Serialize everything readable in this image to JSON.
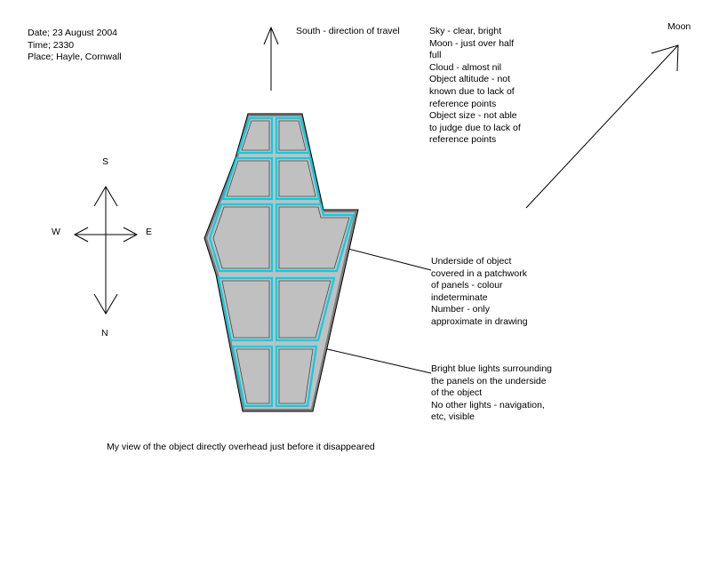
{
  "header": {
    "date": "Date; 23 August 2004",
    "time": "Time; 2330",
    "place": "Place; Hayle, Cornwall"
  },
  "direction_label": "South - direction of travel",
  "moon_label": "Moon",
  "conditions": [
    "Sky - clear, bright",
    "Moon - just over half",
    "full",
    "Cloud - almost nil",
    "Object altitude - not",
    "known due to lack of",
    "reference points",
    "Object size - not able",
    "to judge due to lack of",
    "reference points"
  ],
  "compass": {
    "north": "N",
    "south": "S",
    "east": "E",
    "west": "W"
  },
  "panel_note": [
    "Underside of object",
    "covered in a patchwork",
    "of panels - colour",
    "indeterminate",
    "Number - only",
    "approximate in drawing"
  ],
  "lights_note": [
    "Bright blue lights surrounding",
    "the panels on the underside",
    "of the object",
    "No other lights -  navigation,",
    "etc, visible"
  ],
  "caption": "My view of the object directly overhead just before it disappeared",
  "colors": {
    "hull": "#7f7f7f",
    "panel_fill": "#c0c0c0",
    "panel_border": "#00d0e8",
    "line": "#000000"
  }
}
